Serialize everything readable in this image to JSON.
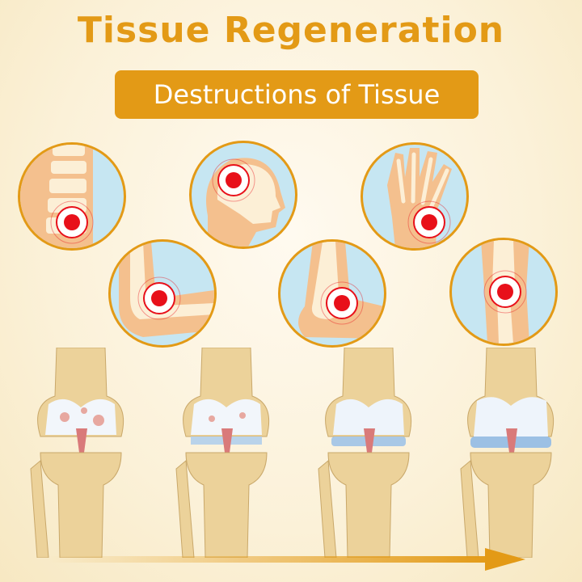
{
  "title": "Tissue Regeneration",
  "subtitle": "Destructions of Tissue",
  "colors": {
    "accent": "#e39a16",
    "circle_bg": "#c6e6f2",
    "skin": "#f4c08e",
    "bone": "#fcefd6",
    "pain": "#e8101a"
  },
  "pain_sites": [
    "lower-back",
    "head",
    "hand",
    "elbow",
    "ankle",
    "knee"
  ],
  "knee_stages": [
    "severe-damage",
    "moderate-damage",
    "mild-damage",
    "healthy"
  ]
}
